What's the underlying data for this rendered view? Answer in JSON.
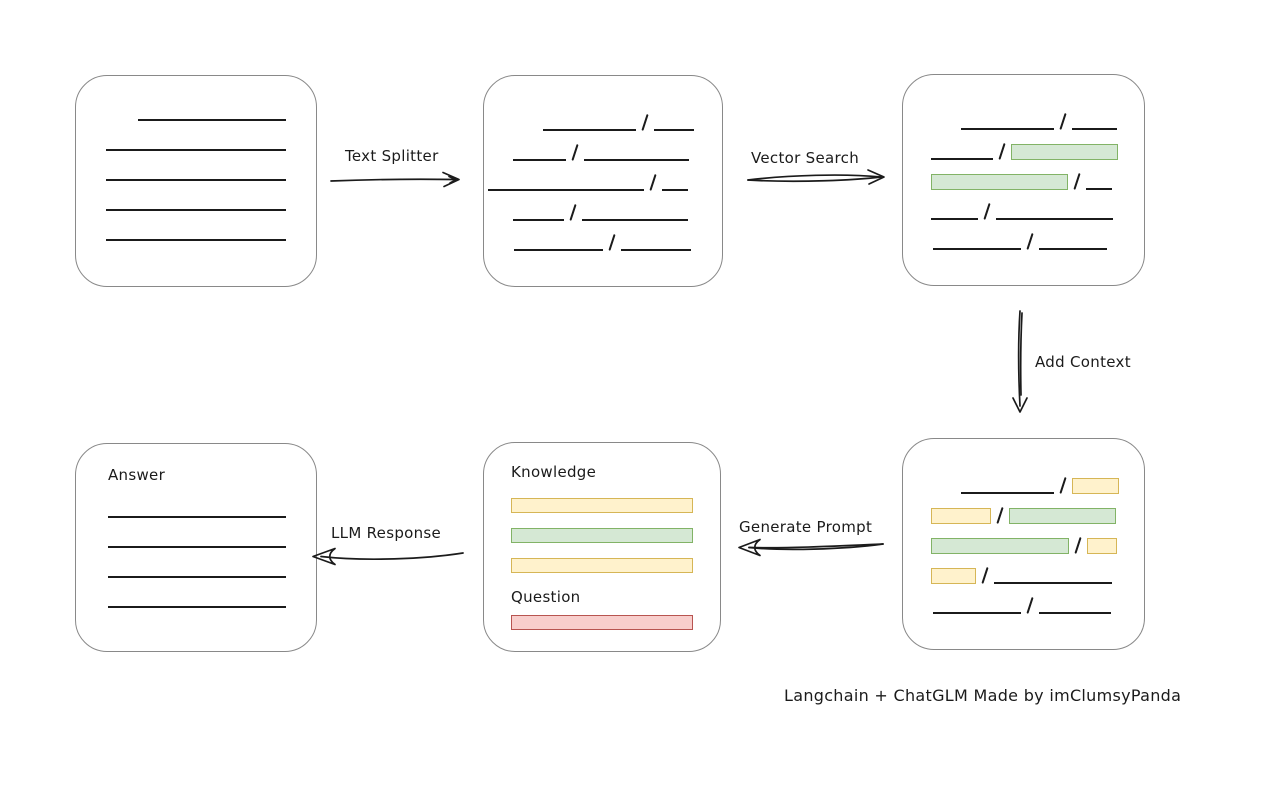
{
  "diagram": {
    "caption": "Langchain + ChatGLM Made by imClumsyPanda",
    "colors": {
      "ink": "#1b1b1b",
      "box_border": "#898989",
      "green_fill": "#d5e8d4",
      "green_border": "#82b366",
      "yellow_fill": "#fff2cc",
      "yellow_border": "#d6b656",
      "red_fill": "#f8cecc",
      "red_border": "#b85450"
    },
    "arrows": {
      "text_splitter": "Text Splitter",
      "vector_search": "Vector Search",
      "add_context": "Add Context",
      "generate_prompt": "Generate Prompt",
      "llm_response": "LLM Response"
    },
    "boxes": {
      "document": {
        "lines": [
          {
            "indent": 62,
            "w": 148
          },
          {
            "indent": 30,
            "w": 180
          },
          {
            "indent": 30,
            "w": 180
          },
          {
            "indent": 30,
            "w": 180
          },
          {
            "indent": 30,
            "w": 180
          }
        ]
      },
      "chunks": {
        "rows": [
          {
            "indent": 59,
            "segs": [
              {
                "t": "line",
                "w": 93
              },
              {
                "t": "slash"
              },
              {
                "t": "line",
                "w": 40
              }
            ]
          },
          {
            "indent": 29,
            "segs": [
              {
                "t": "line",
                "w": 53
              },
              {
                "t": "slash"
              },
              {
                "t": "line",
                "w": 105
              }
            ]
          },
          {
            "indent": 4,
            "segs": [
              {
                "t": "line",
                "w": 156
              },
              {
                "t": "slash"
              },
              {
                "t": "line",
                "w": 26
              }
            ]
          },
          {
            "indent": 29,
            "segs": [
              {
                "t": "line",
                "w": 51
              },
              {
                "t": "slash"
              },
              {
                "t": "line",
                "w": 106
              }
            ]
          },
          {
            "indent": 30,
            "segs": [
              {
                "t": "line",
                "w": 89
              },
              {
                "t": "slash"
              },
              {
                "t": "line",
                "w": 70
              }
            ]
          }
        ]
      },
      "retrieved": {
        "rows": [
          {
            "indent": 58,
            "segs": [
              {
                "t": "line",
                "w": 93
              },
              {
                "t": "slash"
              },
              {
                "t": "line",
                "w": 45
              }
            ]
          },
          {
            "indent": 28,
            "segs": [
              {
                "t": "line",
                "w": 62
              },
              {
                "t": "slash"
              },
              {
                "t": "green",
                "w": 107
              }
            ]
          },
          {
            "indent": 28,
            "segs": [
              {
                "t": "green",
                "w": 137
              },
              {
                "t": "slash"
              },
              {
                "t": "line",
                "w": 26
              }
            ]
          },
          {
            "indent": 28,
            "segs": [
              {
                "t": "line",
                "w": 47
              },
              {
                "t": "slash"
              },
              {
                "t": "line",
                "w": 117
              }
            ]
          },
          {
            "indent": 30,
            "segs": [
              {
                "t": "line",
                "w": 88
              },
              {
                "t": "slash"
              },
              {
                "t": "line",
                "w": 68
              }
            ]
          }
        ]
      },
      "context": {
        "rows": [
          {
            "indent": 58,
            "segs": [
              {
                "t": "line",
                "w": 93
              },
              {
                "t": "slash"
              },
              {
                "t": "yellow",
                "w": 47
              }
            ]
          },
          {
            "indent": 28,
            "segs": [
              {
                "t": "yellow",
                "w": 60
              },
              {
                "t": "slash"
              },
              {
                "t": "green",
                "w": 107
              }
            ]
          },
          {
            "indent": 28,
            "segs": [
              {
                "t": "green",
                "w": 138
              },
              {
                "t": "slash"
              },
              {
                "t": "yellow",
                "w": 30
              }
            ]
          },
          {
            "indent": 28,
            "segs": [
              {
                "t": "yellow",
                "w": 45
              },
              {
                "t": "slash"
              },
              {
                "t": "line",
                "w": 118
              }
            ]
          },
          {
            "indent": 30,
            "segs": [
              {
                "t": "line",
                "w": 88
              },
              {
                "t": "slash"
              },
              {
                "t": "line",
                "w": 72
              }
            ]
          }
        ]
      },
      "prompt": {
        "knowledge_label": "Knowledge",
        "question_label": "Question",
        "knowledge_bars": [
          {
            "color": "yellow"
          },
          {
            "color": "green"
          },
          {
            "color": "yellow"
          }
        ],
        "question_bars": [
          {
            "color": "red"
          }
        ]
      },
      "answer": {
        "title": "Answer",
        "lines": [
          {
            "indent": 32,
            "w": 178
          },
          {
            "indent": 32,
            "w": 178
          },
          {
            "indent": 32,
            "w": 178
          },
          {
            "indent": 32,
            "w": 178
          }
        ]
      }
    }
  }
}
